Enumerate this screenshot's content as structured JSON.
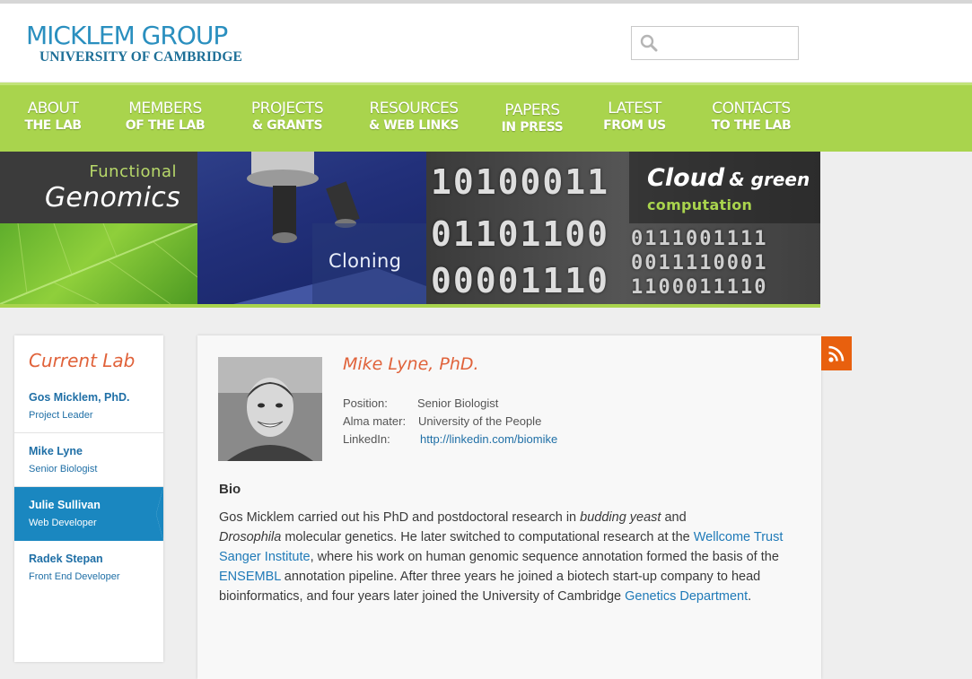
{
  "header": {
    "logo_main": "MICKLEM GROUP",
    "logo_sub": "UNIVERSITY OF CAMBRIDGE",
    "search_placeholder": ""
  },
  "nav": {
    "items": [
      {
        "line1": "ABOUT",
        "line2": "THE LAB"
      },
      {
        "line1": "MEMBERS",
        "line2": "OF THE LAB"
      },
      {
        "line1": "PROJECTS",
        "line2": "& GRANTS"
      },
      {
        "line1": "RESOURCES",
        "line2": "& WEB LINKS"
      },
      {
        "line1": "PAPERS",
        "line2": "IN PRESS"
      },
      {
        "line1": "LATEST",
        "line2": "FROM US"
      },
      {
        "line1": "CONTACTS",
        "line2": "TO THE LAB"
      }
    ]
  },
  "banner": {
    "functional": "Functional",
    "genomics": "Genomics",
    "cloning": "Cloning",
    "cloud": "Cloud",
    "and_green": "& green",
    "computation": "computation",
    "binary_rows": [
      "10100011",
      "01101100",
      "00001110"
    ],
    "binary_rows_right": [
      "0111001111",
      "0011110001",
      "1100011110"
    ]
  },
  "sidebar": {
    "title": "Current Lab",
    "items": [
      {
        "name": "Gos Micklem, PhD.",
        "role": "Project Leader"
      },
      {
        "name": "Mike Lyne",
        "role": "Senior Biologist"
      },
      {
        "name": "Julie Sullivan",
        "role": "Web Developer"
      },
      {
        "name": "Radek Stepan",
        "role": "Front End Developer"
      }
    ]
  },
  "profile": {
    "name": "Mike Lyne, PhD.",
    "position_label": "Position:",
    "position_value": "Senior Biologist",
    "alma_label": "Alma mater:",
    "alma_value": "University of the People",
    "linkedin_label": "LinkedIn:",
    "linkedin_value": "http://linkedin.com/biomike"
  },
  "bio": {
    "heading": "Bio",
    "p1": "Gos Micklem carried out his PhD and postdoctoral research in ",
    "p1_em": "budding yeast",
    "p2": " and ",
    "p2_em": "Drosophila",
    "p3": " molecular genetics. He later switched to computational research at the ",
    "link1": "Wellcome Trust Sanger Institute",
    "p4": ", where his work on human genomic sequence annotation formed the basis of the ",
    "link2": "ENSEMBL",
    "p5": " annotation pipeline. After three years he joined a biotech start-up company to head bioinformatics, and four years later joined the University of Cambridge ",
    "link3": "Genetics Department",
    "p6": "."
  },
  "colors": {
    "nav_green": "#a9d44d",
    "accent_orange": "#e0623a",
    "link_blue": "#1f6fa6",
    "active_blue": "#1a87c0",
    "rss_orange": "#e8600e"
  },
  "icons": {
    "search": "search-icon",
    "rss": "rss-icon"
  }
}
